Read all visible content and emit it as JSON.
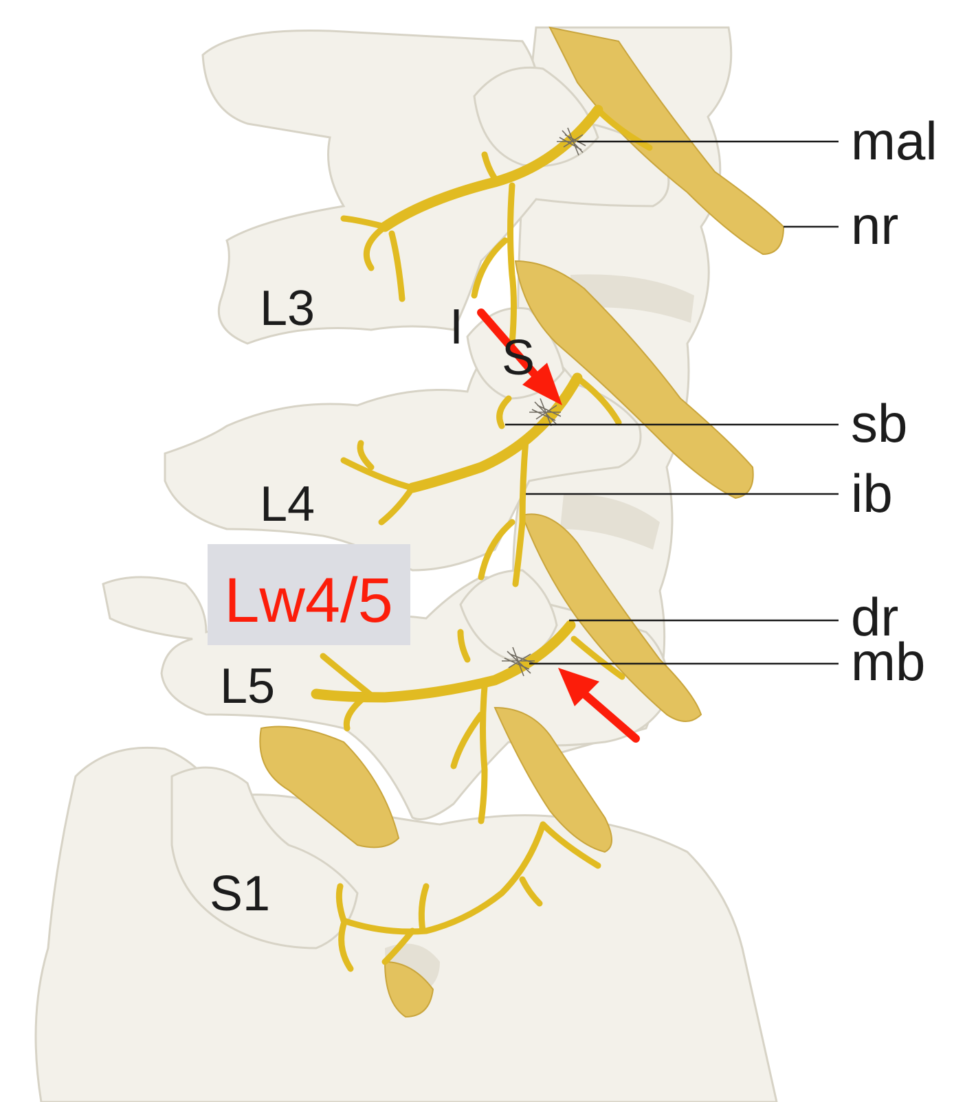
{
  "colors": {
    "nerve": "#e1bb22",
    "nerve_root": "#e3c25e",
    "bone": "#f3f1ea",
    "arrow": "#fc1d0a",
    "highlight_box": "#dcdde3",
    "highlight_text": "#fc1d0a",
    "label_text": "#1c1c1c"
  },
  "labels": {
    "mal": "mal",
    "nr": "nr",
    "sb": "sb",
    "ib": "ib",
    "dr": "dr",
    "mb": "mb"
  },
  "vertebrae": {
    "l3": "L3",
    "l4": "L4",
    "l5": "L5",
    "s1": "S1"
  },
  "facet_markers": {
    "inferior": "I",
    "superior": "S"
  },
  "highlight": "Lw4/5",
  "arrows": [
    {
      "name": "upper-arrow",
      "color": "red",
      "direction": "down-right"
    },
    {
      "name": "lower-arrow",
      "color": "red",
      "direction": "up-left"
    }
  ]
}
